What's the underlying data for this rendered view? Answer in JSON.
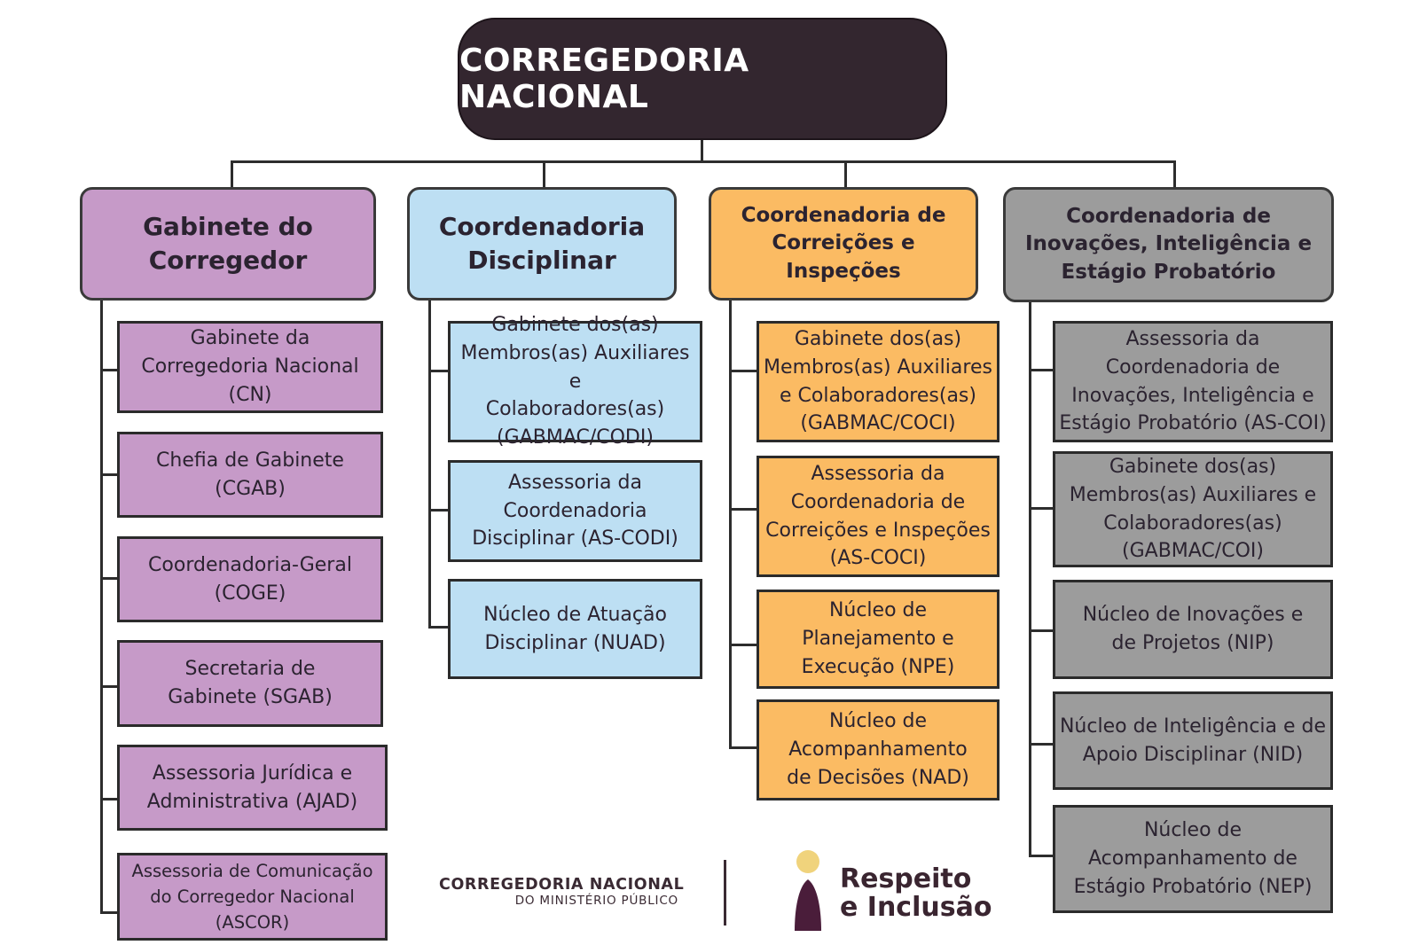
{
  "root": {
    "title": "CORREGEDORIA NACIONAL"
  },
  "columns": [
    {
      "heading": "Gabinete do\nCorregedor",
      "color": "#c69ac8",
      "items": [
        "Gabinete da\nCorregedoria Nacional\n(CN)",
        "Chefia de Gabinete\n(CGAB)",
        "Coordenadoria-Geral\n(COGE)",
        "Secretaria de\nGabinete (SGAB)",
        "Assessoria Jurídica e\nAdministrativa (AJAD)",
        "Assessoria de Comunicação\ndo Corregedor Nacional\n(ASCOR)"
      ]
    },
    {
      "heading": "Coordenadoria\nDisciplinar",
      "color": "#bddff3",
      "items": [
        "Gabinete dos(as)\nMembros(as) Auxiliares e\nColaboradores(as)\n(GABMAC/CODI)",
        "Assessoria da\nCoordenadoria\nDisciplinar (AS-CODI)",
        "Núcleo de Atuação\nDisciplinar (NUAD)"
      ]
    },
    {
      "heading": "Coordenadoria de\nCorreições e Inspeções",
      "color": "#fbbb63",
      "items": [
        "Gabinete dos(as)\nMembros(as) Auxiliares\ne Colaboradores(as)\n(GABMAC/COCI)",
        "Assessoria da\nCoordenadoria de\nCorreições e Inspeções\n(AS-COCI)",
        "Núcleo de\nPlanejamento e\nExecução (NPE)",
        "Núcleo de\nAcompanhamento\nde Decisões (NAD)"
      ]
    },
    {
      "heading": "Coordenadoria de\nInovações, Inteligência e\nEstágio Probatório",
      "color": "#9c9c9c",
      "items": [
        "Assessoria da\nCoordenadoria de\nInovações, Inteligência e\nEstágio Probatório (AS-COI)",
        "Gabinete dos(as)\nMembros(as) Auxiliares e\nColaboradores(as)\n(GABMAC/COI)",
        "Núcleo de Inovações e\nde Projetos (NIP)",
        "Núcleo de Inteligência e de\nApoio Disciplinar (NID)",
        "Núcleo de\nAcompanhamento de\nEstágio Probatório (NEP)"
      ]
    }
  ],
  "footer": {
    "org_name": "CORREGEDORIA NACIONAL",
    "org_sub": "DO MINISTÉRIO PÚBLICO",
    "campaign": "Respeito\ne Inclusão"
  }
}
